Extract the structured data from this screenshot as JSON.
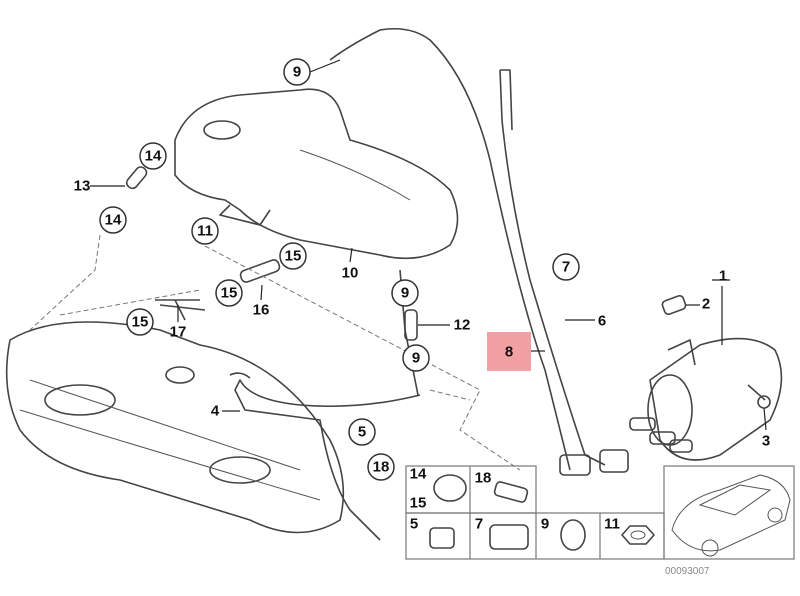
{
  "diagram_code": "00093007",
  "highlighted_label": "8",
  "circled_labels": [
    "9",
    "14",
    "14",
    "11",
    "15",
    "15",
    "15",
    "9",
    "9",
    "7",
    "5",
    "18"
  ],
  "plain_labels": [
    "13",
    "10",
    "16",
    "17",
    "12",
    "6",
    "1",
    "2",
    "3",
    "4"
  ],
  "legend_cells": [
    {
      "labels": [
        "14",
        "15"
      ],
      "part": "hose-clamp"
    },
    {
      "labels": [
        "18"
      ],
      "part": "connector"
    },
    {
      "labels": [
        "5"
      ],
      "part": "clip"
    },
    {
      "labels": [
        "7"
      ],
      "part": "clip"
    },
    {
      "labels": [
        "9"
      ],
      "part": "clamp"
    },
    {
      "labels": [
        "11"
      ],
      "part": "nut"
    }
  ]
}
